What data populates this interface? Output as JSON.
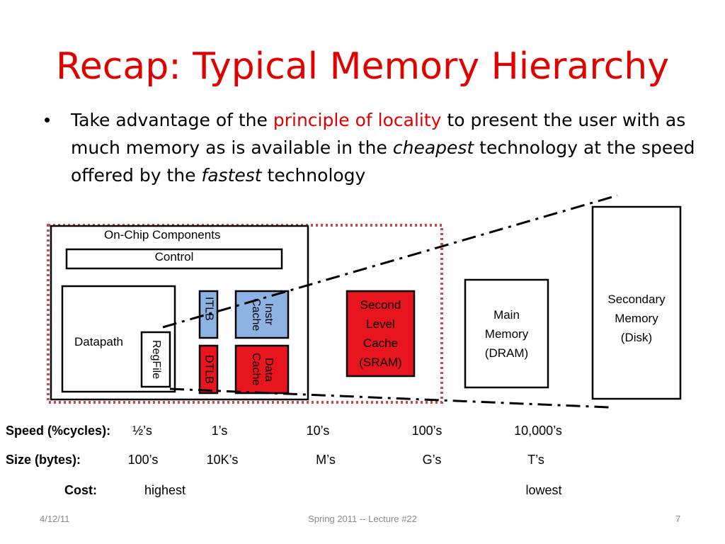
{
  "slide": {
    "title": "Recap: Typical Memory Hierarchy",
    "bullet": {
      "marker": "•",
      "part1": "Take advantage of the ",
      "highlight": "principle of locality",
      "part2": " to present the user with as much memory as is available in the ",
      "cheapest": "cheapest",
      "part3": " technology at the speed offered by the ",
      "fastest": "fastest",
      "part4": " technology"
    }
  },
  "diagram": {
    "on_chip_label": "On-Chip Components",
    "control_label": "Control",
    "datapath_label": "Datapath",
    "regfile_label": "RegFile",
    "itlb_label": "ITLB",
    "dtlb_label": "DTLB",
    "instr_cache_label": "Instr\nCache",
    "data_cache_label": "Data\nCache",
    "second_level_label": "Second\nLevel\nCache\n(SRAM)",
    "main_memory_label": "Main\nMemory\n(DRAM)",
    "secondary_memory_label": "Secondary\nMemory\n(Disk)",
    "colors": {
      "red_box": "#e8141e",
      "blue_box": "#8db3e2",
      "dotted_border": "#c0504d",
      "title": "#e00000"
    }
  },
  "table": {
    "speed": {
      "label": "Speed (%cycles):",
      "values": [
        "½’s",
        "1’s",
        "10’s",
        "100’s",
        "10,000’s"
      ]
    },
    "size": {
      "label": "Size (bytes):",
      "values": [
        "100’s",
        "10K’s",
        "M’s",
        "G’s",
        "T’s"
      ]
    },
    "cost": {
      "label": "Cost:",
      "values": [
        "highest",
        "lowest"
      ]
    }
  },
  "footer": {
    "date": "4/12/11",
    "course": "Spring 2011 -- Lecture #22",
    "page": "7"
  }
}
